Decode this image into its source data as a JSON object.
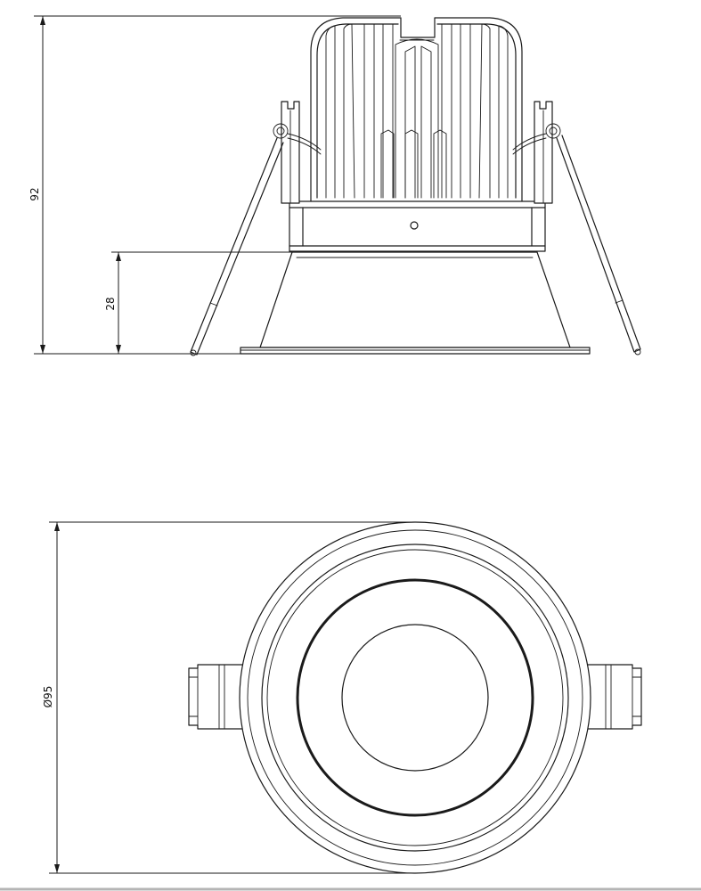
{
  "side_view": {
    "dimensions": {
      "overall_height": "92",
      "reflector_height": "28"
    }
  },
  "top_view": {
    "dimensions": {
      "diameter": "Ø95"
    }
  },
  "colors": {
    "line": "#1a1a1a",
    "background": "#ffffff",
    "frame": "#b5b5b5"
  }
}
